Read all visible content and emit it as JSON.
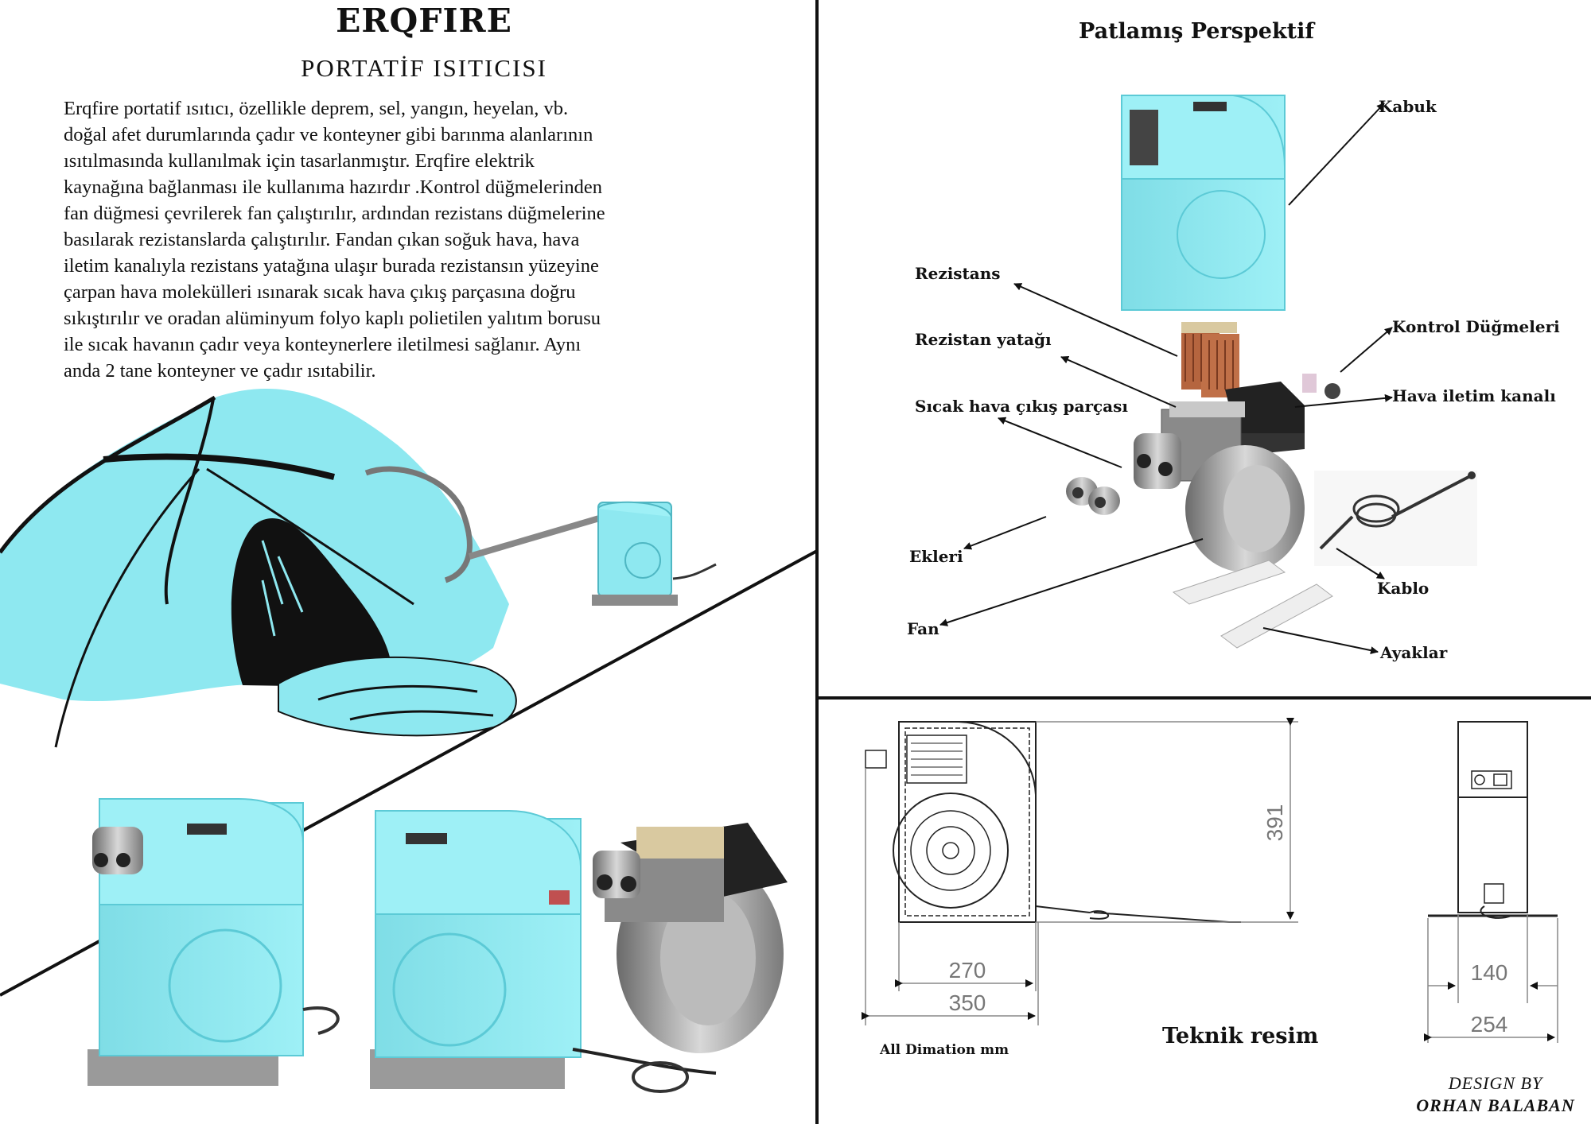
{
  "title": "ERQFIRE",
  "subtitle": "PORTATİF  ISITICISI",
  "description_lines": [
    "Erqfire portatif ısıtıcı, özellikle deprem, sel, yangın, heyelan, vb.",
    "doğal afet durumlarında çadır ve konteyner gibi barınma alanlarının",
    "ısıtılmasında kullanılmak için tasarlanmıştır. Erqfire  elektrik",
    "kaynağına bağlanması ile kullanıma hazırdır .Kontrol düğmelerinden",
    "fan düğmesi çevrilerek fan çalıştırılır, ardından rezistans düğmelerine",
    "basılarak rezistanslarda çalıştırılır. Fandan çıkan soğuk hava, hava",
    "iletim kanalıyla rezistans yatağına ulaşır burada rezistansın yüzeyine",
    "çarpan hava molekülleri ısınarak sıcak hava çıkış parçasına doğru",
    "sıkıştırılır ve oradan alüminyum folyo kaplı polietilen yalıtım borusu",
    "ile sıcak havanın çadır veya konteynerlere iletilmesi sağlanır. Aynı",
    "anda 2 tane konteyner ve çadır ısıtabilir."
  ],
  "exploded": {
    "heading": "Patlamış Perspektif",
    "labels": {
      "kabuk": "Kabuk",
      "rezistans": "Rezistans",
      "rezistan_yatagi": "Rezistan yatağı",
      "sicak_hava": "Sıcak hava çıkış parçası",
      "kontrol": "Kontrol Düğmeleri",
      "hava_iletim": "Hava iletim kanalı",
      "ekleri": "Ekleri",
      "kablo": "Kablo",
      "fan": "Fan",
      "ayaklar": "Ayaklar"
    }
  },
  "technical": {
    "heading": "Teknik resim",
    "units_note": "All Dimation mm",
    "dims": {
      "height": "391",
      "inner_width": "270",
      "outer_width": "350",
      "side_inner": "140",
      "side_outer": "254"
    }
  },
  "credit": {
    "line1": "DESIGN BY",
    "line2": "ORHAN BALABAN"
  },
  "colors": {
    "shell": "#8ee8f0",
    "shell_dark": "#5ccad6",
    "metal": "#9a9a9a",
    "copper": "#b5653f"
  }
}
